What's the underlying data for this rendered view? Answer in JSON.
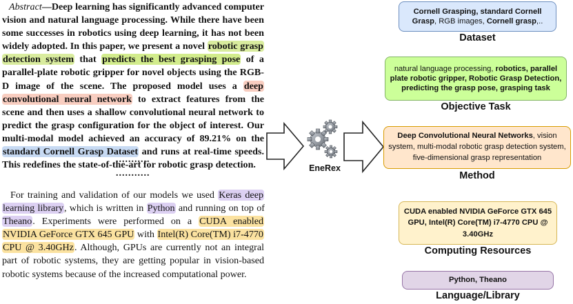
{
  "left": {
    "abstract": {
      "label": "Abstract",
      "dash": "—",
      "t1": "Deep learning has significantly advanced computer vision and natural language processing. While there have been some successes in robotics using deep learning, it has not been widely adopted. In this paper, we present a novel ",
      "h1": "robotic grasp detection system",
      "t2": " that ",
      "h2": "predicts the best grasping pose",
      "t3": " of a parallel-plate robotic gripper for novel objects using the RGB-D image of the scene. The proposed model uses a ",
      "h3": "deep convolutional neural network",
      "t4": " to extract features from the scene and then uses a shallow convolutional neural network to predict the grasp configuration for the object of interest. Our multi-modal model achieved an accuracy of 89.21% on the ",
      "h4": "standard Cornell Grasp Dataset",
      "t5": " and runs at real-time speeds. This redefines the state-of-the-art for robotic grasp detection."
    },
    "dots1": "...........",
    "dots2": "...........",
    "body": {
      "t1": "For training and validation of our models we used ",
      "h1": "Keras deep learning library",
      "t2": ", which is written in ",
      "h2": "Python",
      "t3": " and running on top of ",
      "h3": "Theano",
      "t4": ". Experiments were performed on a ",
      "h4": "CUDA enabled NVIDIA GeForce GTX 645 GPU",
      "t5": " with ",
      "h5": "Intel(R) Core(TM) i7-4770 CPU @ 3.40GHz",
      "t6": ". Although, GPUs are currently not an integral part of robotic systems, they are getting popular in vision-based robotic systems because of the increased computational power."
    }
  },
  "center": {
    "tool_label": "EneRex"
  },
  "boxes": {
    "dataset": {
      "b1": "Cornell Grasping, standard Cornell Grasp",
      "n1": ", RGB images, ",
      "b2": "Cornell grasp",
      "n2": ",..",
      "caption": "Dataset",
      "fill": "#dae8fc",
      "border": "#6c8ebf"
    },
    "task": {
      "n1": "natural language processing, ",
      "b1": "robotics, parallel plate robotic gripper, Robotic Grasp Detection, predicting the grasp pose, grasping task",
      "caption": "Objective Task",
      "fill": "#ccff99",
      "border": "#82b366"
    },
    "method": {
      "b1": "Deep Convolutional Neural Networks",
      "n1": ", vision system,  multi-modal robotic grasp detection system, five-dimensional grasp representation",
      "caption": "Method",
      "fill": "#ffe6cc",
      "border": "#d79b00"
    },
    "compute": {
      "b1": "CUDA enabled NVIDIA GeForce GTX 645 GPU, Intel(R) Core(TM) i7-4770 CPU @ 3.40GHz",
      "caption": "Computing Resources",
      "fill": "#fff2cc",
      "border": "#d6b656"
    },
    "lang": {
      "b1": "Python, Theano",
      "caption": "Language/Library",
      "fill": "#e1d5e7",
      "border": "#9673a6"
    }
  }
}
